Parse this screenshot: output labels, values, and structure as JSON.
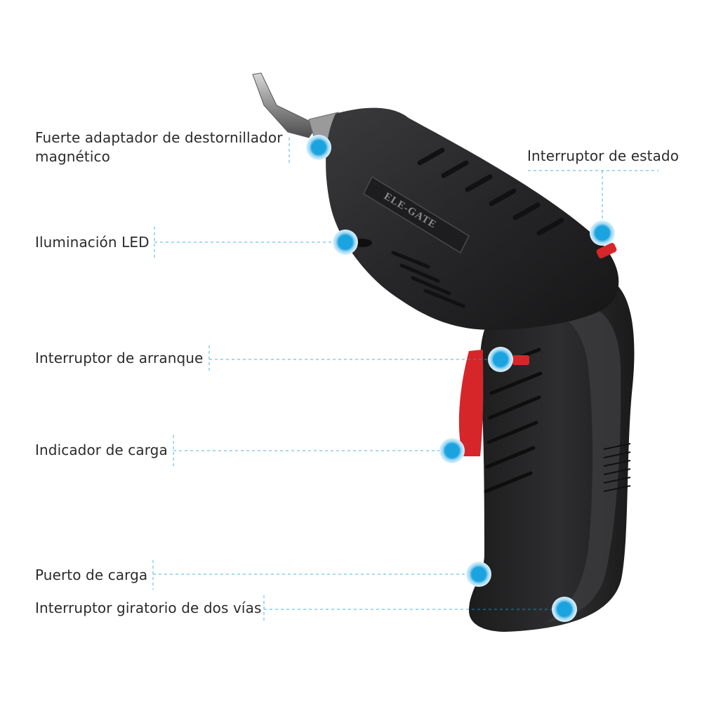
{
  "brand": "ELE-GATE",
  "colors": {
    "callout": "#1ba3e0",
    "body": "#2c2c2e",
    "accent": "#d7262a",
    "text": "#2b2b2b"
  },
  "callouts": [
    {
      "id": "magnetic-adapter",
      "lines": [
        "Fuerte adaptador de destornillador",
        "magnético"
      ]
    },
    {
      "id": "status-switch",
      "lines": [
        "Interruptor de estado"
      ]
    },
    {
      "id": "led-light",
      "lines": [
        "Iluminación LED"
      ]
    },
    {
      "id": "start-switch",
      "lines": [
        "Interruptor de arranque"
      ]
    },
    {
      "id": "charge-indicator",
      "lines": [
        "Indicador de carga"
      ]
    },
    {
      "id": "charge-port",
      "lines": [
        "Puerto de carga"
      ]
    },
    {
      "id": "rotary-switch",
      "lines": [
        "Interruptor giratorio de dos vías"
      ]
    }
  ]
}
